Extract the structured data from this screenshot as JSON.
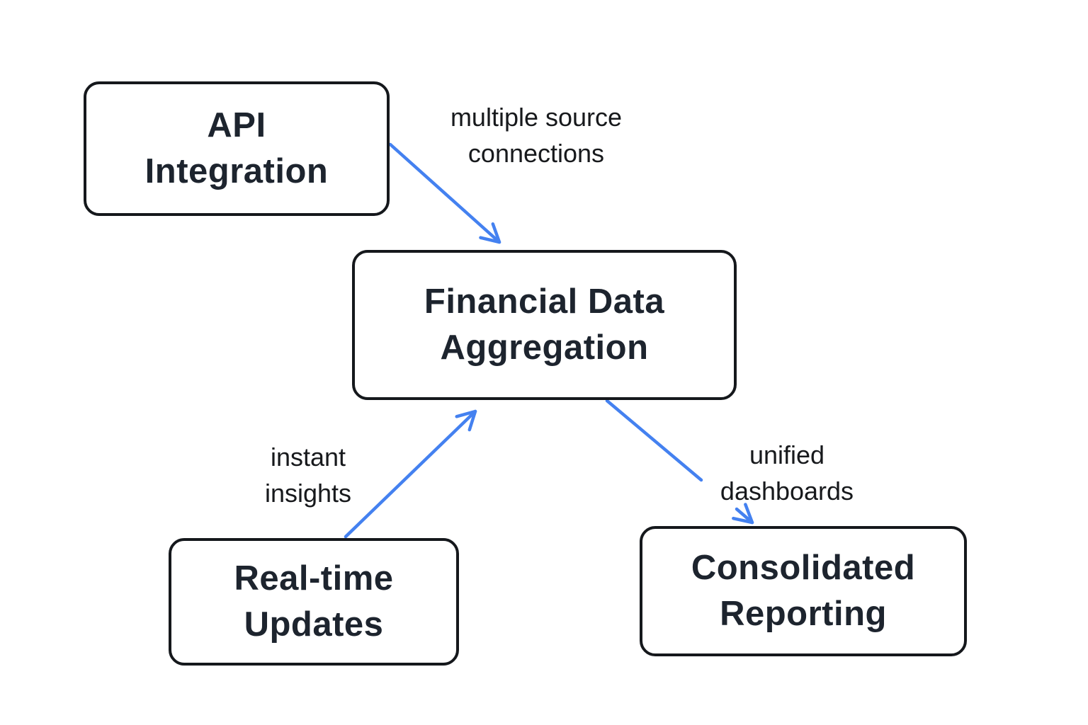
{
  "diagram": {
    "type": "flowchart",
    "background_color": "#ffffff",
    "node_border_color": "#15181c",
    "node_fill_color": "#ffffff",
    "node_text_color": "#1d242e",
    "edge_color": "#4481f0",
    "edge_label_color": "#17191c",
    "nodes": {
      "api_integration": {
        "label": "API\nIntegration"
      },
      "financial_data_aggregation": {
        "label": "Financial Data\nAggregation"
      },
      "realtime_updates": {
        "label": "Real-time\nUpdates"
      },
      "consolidated_reporting": {
        "label": "Consolidated\nReporting"
      }
    },
    "edges": {
      "api_to_aggregation": {
        "from": "API Integration",
        "to": "Financial Data Aggregation",
        "label": "multiple source\nconnections"
      },
      "realtime_to_aggregation": {
        "from": "Real-time Updates",
        "to": "Financial Data Aggregation",
        "label": "instant\ninsights"
      },
      "aggregation_to_reporting": {
        "from": "Financial Data Aggregation",
        "to": "Consolidated Reporting",
        "label": "unified\ndashboards"
      }
    }
  }
}
